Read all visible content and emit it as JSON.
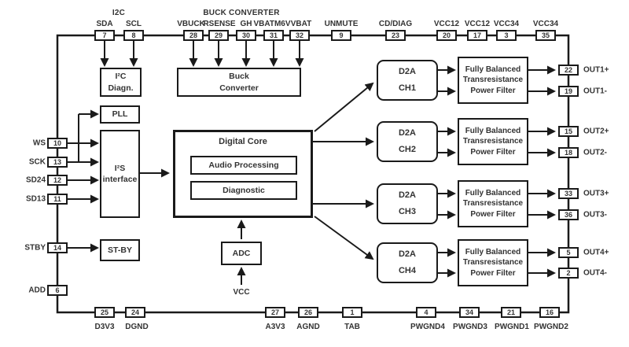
{
  "groups": {
    "i2c": "I2C",
    "buck_converter": "BUCK CONVERTER"
  },
  "pins": {
    "top": [
      {
        "num": "7",
        "label": "SDA"
      },
      {
        "num": "8",
        "label": "SCL"
      },
      {
        "num": "28",
        "label": "VBUCK"
      },
      {
        "num": "29",
        "label": "RSENSE"
      },
      {
        "num": "30",
        "label": "GH"
      },
      {
        "num": "31",
        "label": "VBATM6V"
      },
      {
        "num": "32",
        "label": "VBAT"
      },
      {
        "num": "9",
        "label": "UNMUTE"
      },
      {
        "num": "23",
        "label": "CD/DIAG"
      },
      {
        "num": "20",
        "label": "VCC12"
      },
      {
        "num": "17",
        "label": "VCC12"
      },
      {
        "num": "3",
        "label": "VCC34"
      },
      {
        "num": "35",
        "label": "VCC34"
      }
    ],
    "left": [
      {
        "num": "10",
        "label": "WS"
      },
      {
        "num": "13",
        "label": "SCK"
      },
      {
        "num": "12",
        "label": "SD24"
      },
      {
        "num": "11",
        "label": "SD13"
      },
      {
        "num": "14",
        "label": "STBY"
      },
      {
        "num": "6",
        "label": "ADD"
      }
    ],
    "right": [
      {
        "num": "22",
        "label": "OUT1+"
      },
      {
        "num": "19",
        "label": "OUT1-"
      },
      {
        "num": "15",
        "label": "OUT2+"
      },
      {
        "num": "18",
        "label": "OUT2-"
      },
      {
        "num": "33",
        "label": "OUT3+"
      },
      {
        "num": "36",
        "label": "OUT3-"
      },
      {
        "num": "5",
        "label": "OUT4+"
      },
      {
        "num": "2",
        "label": "OUT4-"
      }
    ],
    "bottom": [
      {
        "num": "25",
        "label": "D3V3"
      },
      {
        "num": "24",
        "label": "DGND"
      },
      {
        "num": "27",
        "label": "A3V3"
      },
      {
        "num": "26",
        "label": "AGND"
      },
      {
        "num": "1",
        "label": "TAB"
      },
      {
        "num": "4",
        "label": "PWGND4"
      },
      {
        "num": "34",
        "label": "PWGND3"
      },
      {
        "num": "21",
        "label": "PWGND1"
      },
      {
        "num": "16",
        "label": "PWGND2"
      }
    ]
  },
  "blocks": {
    "i2c_diag": {
      "line1": "I²C",
      "line2": "Diagn."
    },
    "buck_converter": {
      "line1": "Buck",
      "line2": "Converter"
    },
    "pll": {
      "label": "PLL"
    },
    "i2s_interface": {
      "line1": "I²S",
      "line2": "interface"
    },
    "digital_core": {
      "title": "Digital Core",
      "sub1": "Audio Processing",
      "sub2": "Diagnostic"
    },
    "st_by": {
      "label": "ST-BY"
    },
    "adc": {
      "label": "ADC"
    },
    "vcc": {
      "label": "VCC"
    }
  },
  "channels": [
    {
      "converter": "D2A",
      "channel": "CH1",
      "filter_line1": "Fully Balanced",
      "filter_line2": "Transresistance",
      "filter_line3": "Power Filter"
    },
    {
      "converter": "D2A",
      "channel": "CH2",
      "filter_line1": "Fully Balanced",
      "filter_line2": "Transresistance",
      "filter_line3": "Power Filter"
    },
    {
      "converter": "D2A",
      "channel": "CH3",
      "filter_line1": "Fully Balanced",
      "filter_line2": "Transresistance",
      "filter_line3": "Power Filter"
    },
    {
      "converter": "D2A",
      "channel": "CH4",
      "filter_line1": "Fully Balanced",
      "filter_line2": "Transresistance",
      "filter_line3": "Power Filter"
    }
  ],
  "colors": {
    "line": "#1a1a1a",
    "text": "#333333",
    "background": "#ffffff"
  }
}
